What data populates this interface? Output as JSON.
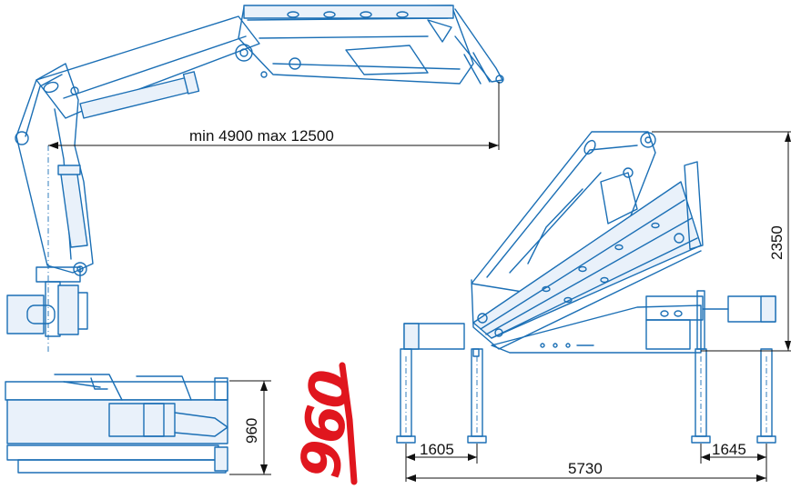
{
  "dimensions": {
    "reach": "min 4900  max 12500",
    "height": "2350",
    "width": "960",
    "outrigger_left": "1605",
    "outrigger_right": "1645",
    "outrigger_span": "5730"
  },
  "annotation": {
    "handwritten": "960"
  },
  "colors": {
    "line": "#1b6fb5",
    "dimension": "#111111",
    "handwriting": "#e0161e"
  }
}
